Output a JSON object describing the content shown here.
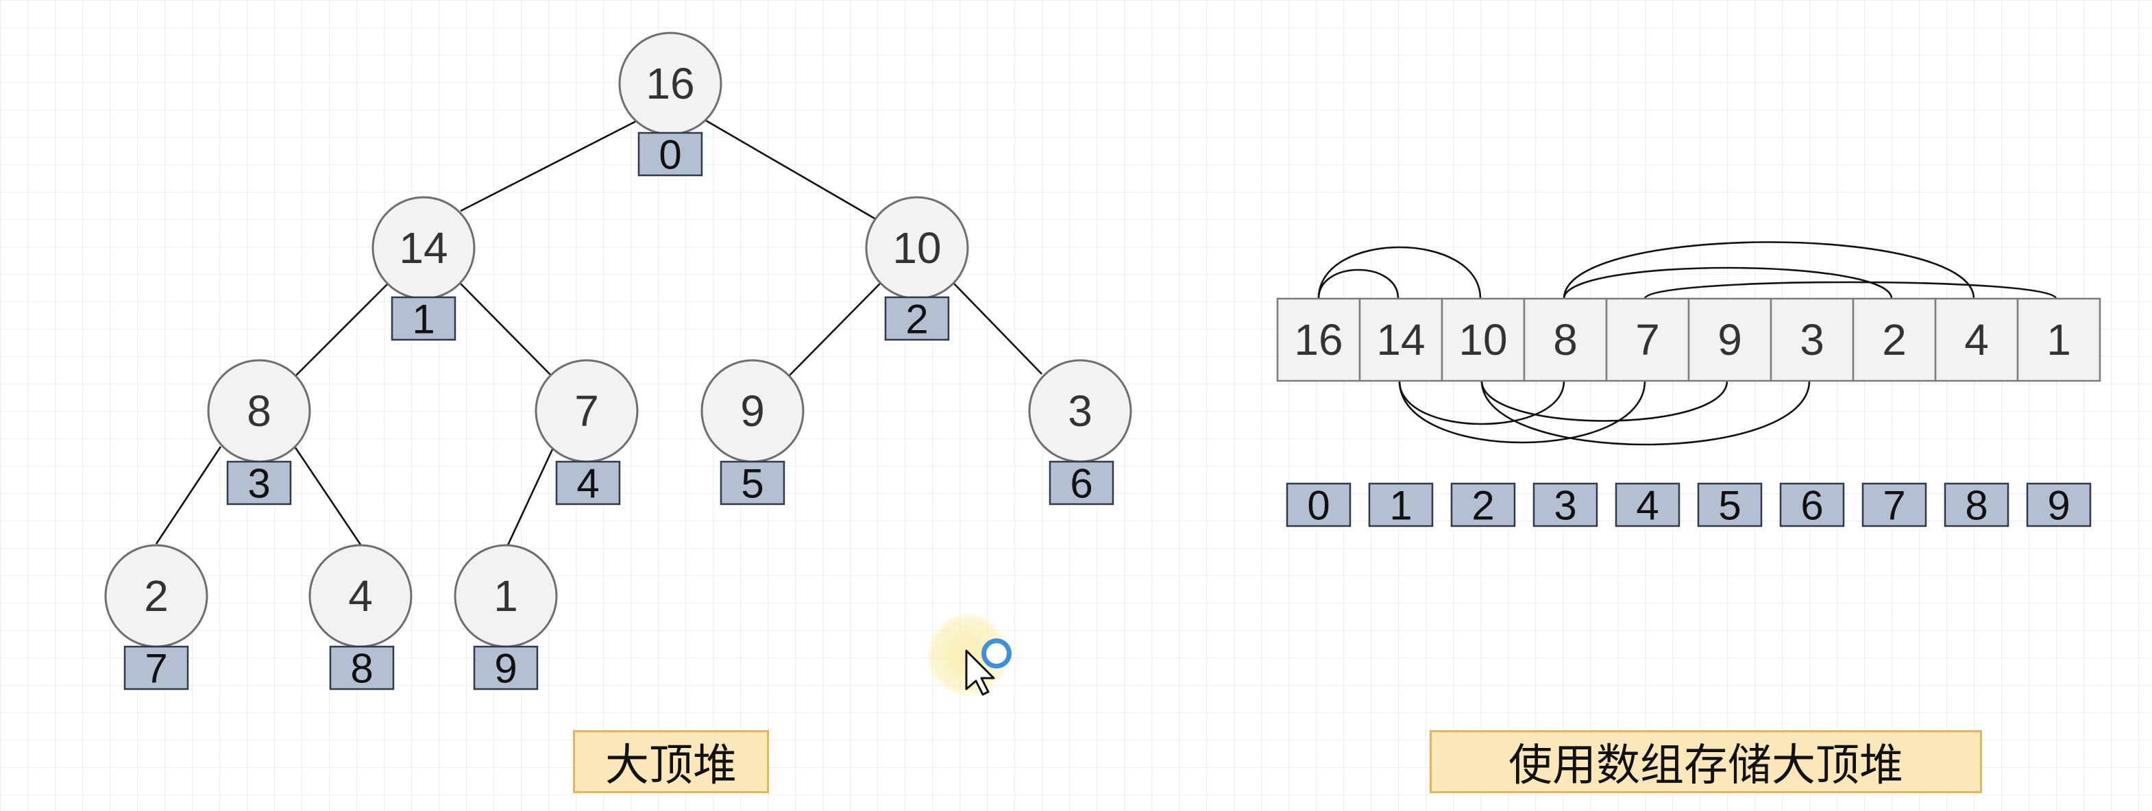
{
  "tree": {
    "nodes": [
      {
        "value": "16",
        "index": "0"
      },
      {
        "value": "14",
        "index": "1"
      },
      {
        "value": "10",
        "index": "2"
      },
      {
        "value": "8",
        "index": "3"
      },
      {
        "value": "7",
        "index": "4"
      },
      {
        "value": "9",
        "index": "5"
      },
      {
        "value": "3",
        "index": "6"
      },
      {
        "value": "2",
        "index": "7"
      },
      {
        "value": "4",
        "index": "8"
      },
      {
        "value": "1",
        "index": "9"
      }
    ],
    "caption": "大顶堆"
  },
  "array": {
    "values": [
      "16",
      "14",
      "10",
      "8",
      "7",
      "9",
      "3",
      "2",
      "4",
      "1"
    ],
    "indices": [
      "0",
      "1",
      "2",
      "3",
      "4",
      "5",
      "6",
      "7",
      "8",
      "9"
    ],
    "caption": "使用数组存储大顶堆"
  },
  "colors": {
    "node_fill": "#f2f2f2",
    "index_box": "#b3c0d1",
    "caption_bg": "#fbe7b9",
    "caption_border": "#e0b75c"
  }
}
